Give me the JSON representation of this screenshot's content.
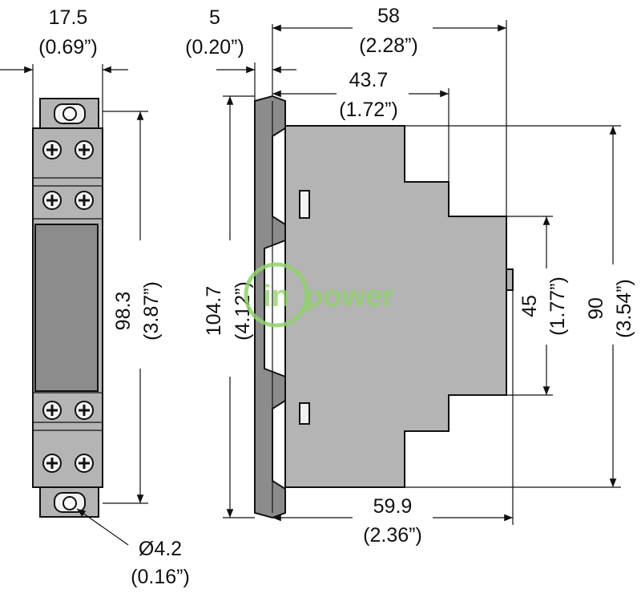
{
  "dimensions": {
    "front_width": {
      "mm": "17.5",
      "in": "(0.69”)"
    },
    "front_height": {
      "mm": "98.3",
      "in": "(3.87”)"
    },
    "hole_diameter": {
      "mm": "Ø4.2",
      "in": "(0.16”)"
    },
    "rail_offset": {
      "mm": "5",
      "in": "(0.20”)"
    },
    "total_depth": {
      "mm": "58",
      "in": "(2.28”)"
    },
    "step_depth": {
      "mm": "43.7",
      "in": "(1.72”)"
    },
    "overall_height": {
      "mm": "104.7",
      "in": "(4.12”)"
    },
    "body_height": {
      "mm": "90",
      "in": "(3.54”)"
    },
    "front_face_height": {
      "mm": "45",
      "in": "(1.77”)"
    },
    "bottom_depth": {
      "mm": "59.9",
      "in": "(2.36”)"
    }
  },
  "watermark": {
    "brand_left": "in",
    "brand_right": "power",
    "color": "#8fd26a"
  },
  "colors": {
    "body": "#b4b4b4",
    "shadow": "#8c8c8c",
    "line": "#111111"
  }
}
